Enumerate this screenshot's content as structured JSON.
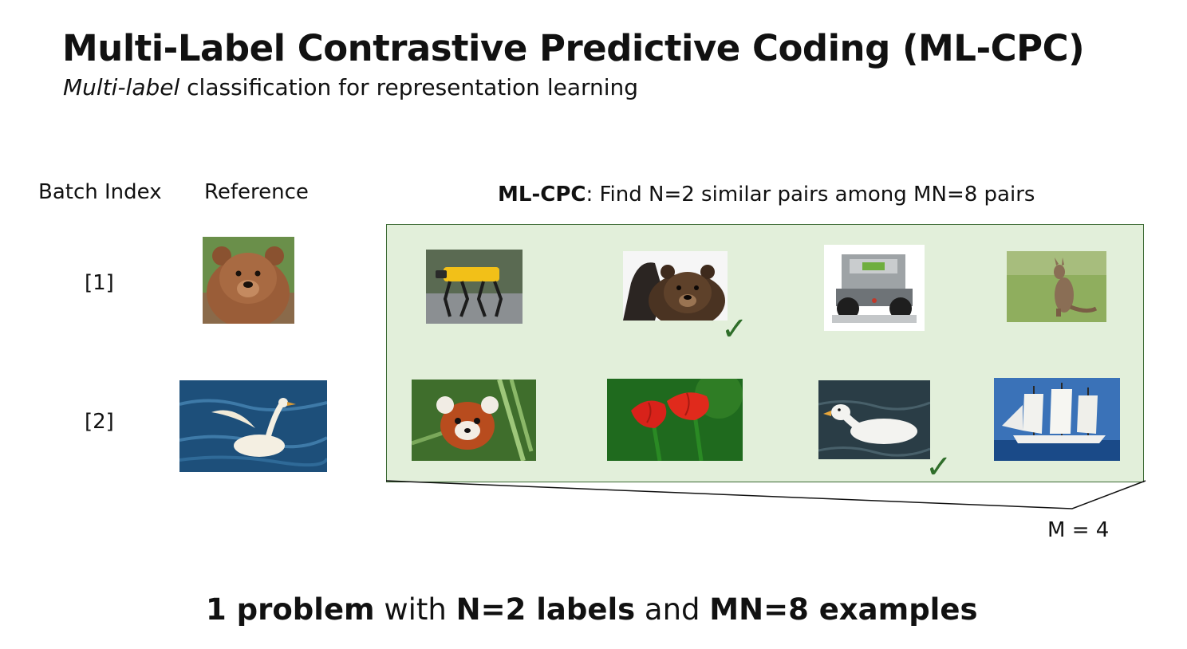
{
  "title": "Multi-Label Contrastive Predictive Coding (ML-CPC)",
  "subtitle": {
    "italic": "Multi-label",
    "rest": " classification for representation learning"
  },
  "headers": {
    "batch_index": "Batch Index",
    "reference": "Reference"
  },
  "task": {
    "bold": "ML-CPC",
    "rest": ": Find N=2 similar pairs among MN=8 pairs"
  },
  "batch_indices": [
    "[1]",
    "[2]"
  ],
  "check_mark": "✓",
  "m_label": "M = 4",
  "bottom": {
    "p1_bold": "1 problem",
    "p2": " with ",
    "p3_bold": "N=2 labels",
    "p4": " and ",
    "p5_bold": "MN=8 examples"
  },
  "colors": {
    "panel_bg": "#e2efda",
    "panel_border": "#3d6b35",
    "check": "#2f6e2a"
  },
  "images": {
    "reference": [
      "brown-bear-photo",
      "white-swan-photo"
    ],
    "candidates_row1": [
      "robot-dog-photo",
      "bear-waving-photo",
      "lego-robot-photo",
      "kangaroo-photo"
    ],
    "candidates_row2": [
      "red-panda-photo",
      "red-tulips-photo",
      "white-duck-photo",
      "sailing-ship-photo"
    ],
    "positive_pairs": [
      "bear-waving-photo",
      "white-duck-photo"
    ]
  }
}
